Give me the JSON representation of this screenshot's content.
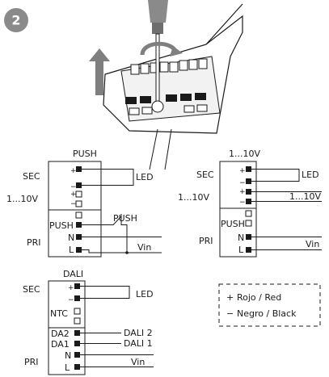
{
  "step": "2",
  "colors": {
    "badge": "#8a8a8a",
    "ink": "#1a1a1a",
    "arrow": "#7f7f7f"
  },
  "icons": [
    "screwdriver-icon",
    "rotate-arrow-icon",
    "up-arrow-icon"
  ],
  "push_diagram": {
    "title": "PUSH",
    "sec": "SEC",
    "pri": "PRI",
    "side_label": "1...10V",
    "plus": "+",
    "minus": "−",
    "push_pin": "PUSH",
    "n_pin": "N",
    "l_pin": "L",
    "led": "LED",
    "switch": "PUSH",
    "vin": "Vin"
  },
  "v110_diagram": {
    "title": "1...10V",
    "sec": "SEC",
    "pri": "PRI",
    "side_label": "1...10V",
    "plus": "+",
    "minus": "−",
    "push_pin": "PUSH",
    "n_pin": "N",
    "l_pin": "L",
    "led": "LED",
    "out_label": "1...10V",
    "vin": "Vin"
  },
  "dali_diagram": {
    "title": "DALI",
    "sec": "SEC",
    "pri": "PRI",
    "plus": "+",
    "minus": "−",
    "ntc_pin": "NTC",
    "da2_pin": "DA2",
    "da1_pin": "DA1",
    "n_pin": "N",
    "l_pin": "L",
    "led": "LED",
    "dali2": "DALI 2",
    "dali1": "DALI 1",
    "vin": "Vin"
  },
  "legend": {
    "plus_sign": "+",
    "plus_text": "Rojo / Red",
    "minus_sign": "−",
    "minus_text": "Negro / Black"
  }
}
